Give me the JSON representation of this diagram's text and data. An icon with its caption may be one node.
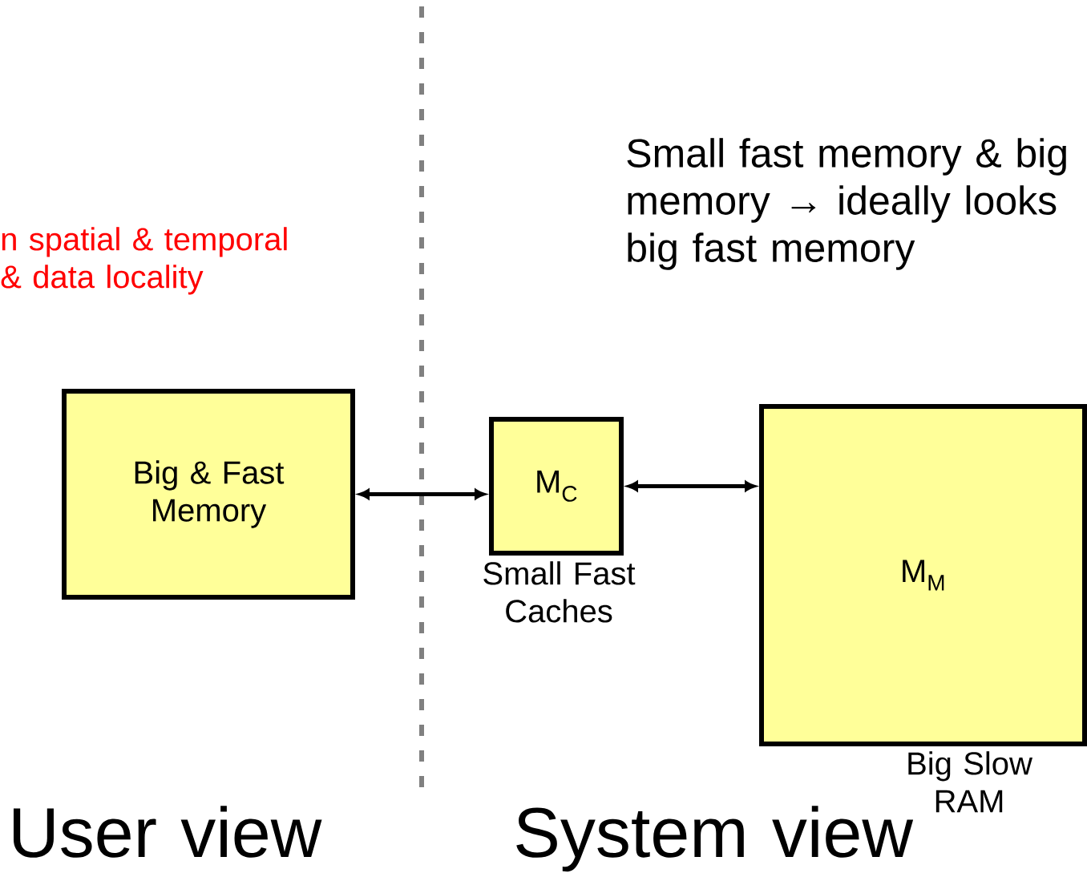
{
  "diagram": {
    "nodes": [
      {
        "text": [
          "Big & Fast Memory"
        ]
      },
      {
        "text": [
          "M$_{C}$"
        ],
        "beside": [
          "Small Fast Caches"
        ]
      },
      {
        "text": [
          "M$_{M}$"
        ],
        "beside": [
          "Big Slow RAM"
        ]
      }
    ],
    "edges": [
      {
        "from": 0,
        "to": 1,
        "arrow": "both"
      },
      {
        "from": 1,
        "to": 2,
        "arrow": "both"
      }
    ],
    "labels": [
      "n spatial & temporal & data locality",
      "Small fast memory & big memory → ideally looks big fast memory",
      "User view",
      "System view"
    ]
  }
}
